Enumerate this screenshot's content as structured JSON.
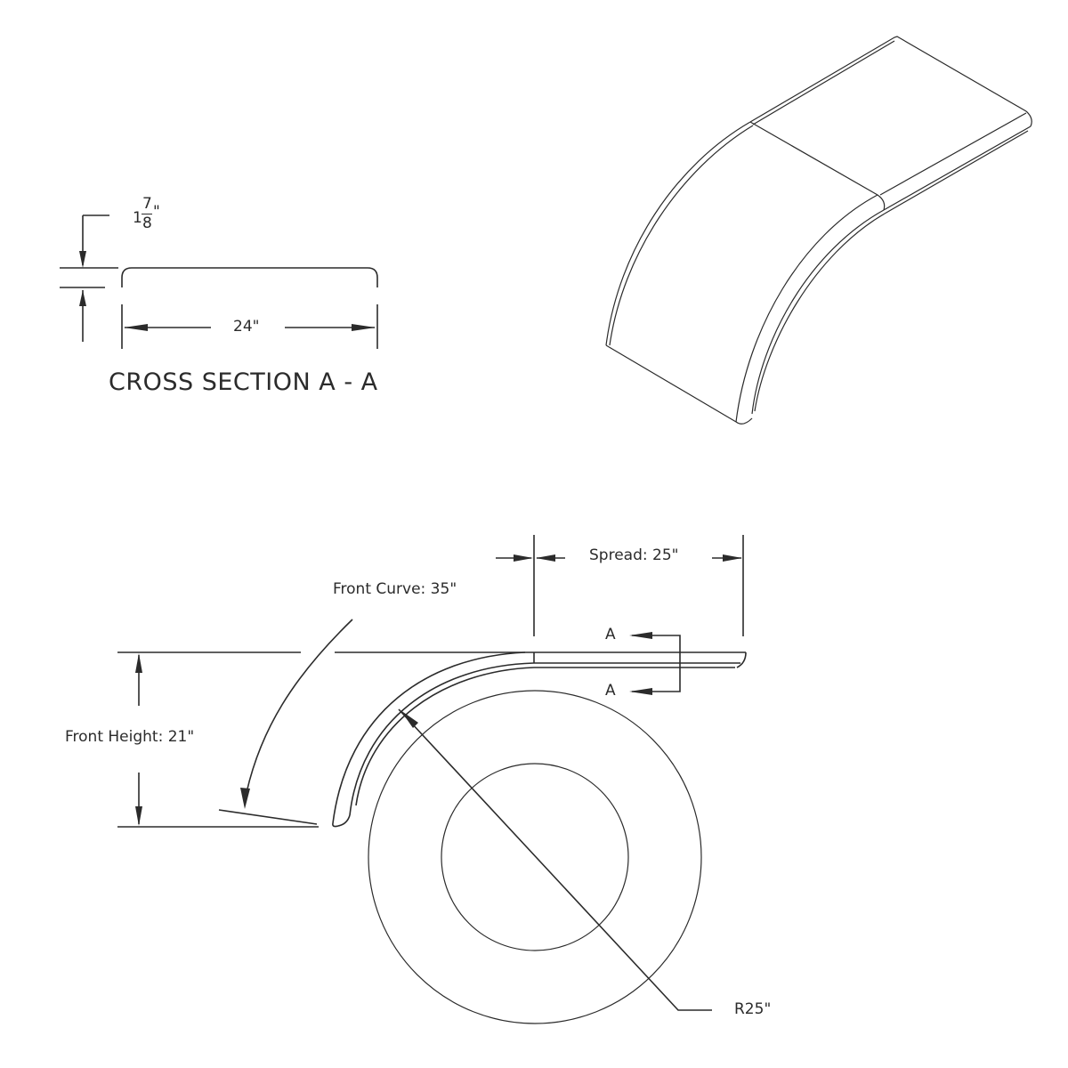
{
  "drawing": {
    "type": "technical-drawing",
    "subject": "trailer fender"
  },
  "cross_section": {
    "title": "CROSS SECTION A - A",
    "thickness_label": {
      "whole": "1",
      "numerator": "7",
      "denominator": "8",
      "unit": "\""
    },
    "width_label": "24\""
  },
  "side_view": {
    "spread_label": "Spread: 25\"",
    "front_curve_label": "Front Curve: 35\"",
    "front_height_label": "Front Height: 21\"",
    "radius_label": "R25\"",
    "section_marker_top": "A",
    "section_marker_bottom": "A"
  },
  "colors": {
    "line": "#2b2b2b",
    "background": "#ffffff"
  }
}
